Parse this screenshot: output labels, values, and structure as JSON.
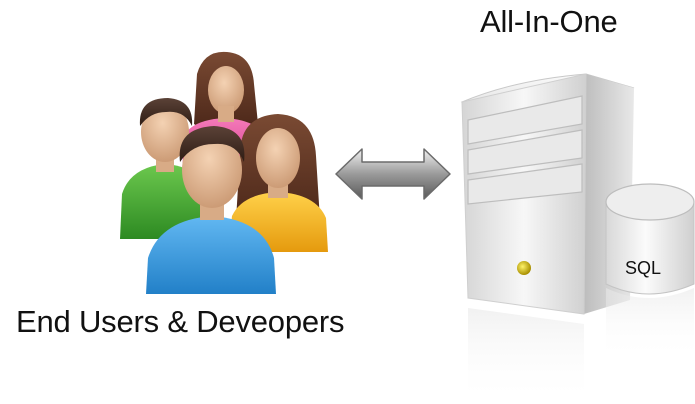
{
  "server": {
    "title": "All-In-One",
    "database_label": "SQL"
  },
  "users": {
    "caption": "End Users & Deveopers"
  },
  "colors": {
    "text": "#111111",
    "arrow": "#8a8a8a",
    "server_body": "#e6e6e6",
    "power_light": "#c8b400",
    "shirt_pink": "#ea4fa3",
    "shirt_green": "#43a832",
    "shirt_yellow": "#f3b41b",
    "shirt_blue": "#3b9be0",
    "hair_brown": "#5a3222",
    "skin": "#e2bb98"
  },
  "icons": {
    "people": "user-group-icon",
    "arrow": "bidirectional-arrow-icon",
    "server": "server-tower-icon",
    "database": "database-cylinder-icon"
  }
}
